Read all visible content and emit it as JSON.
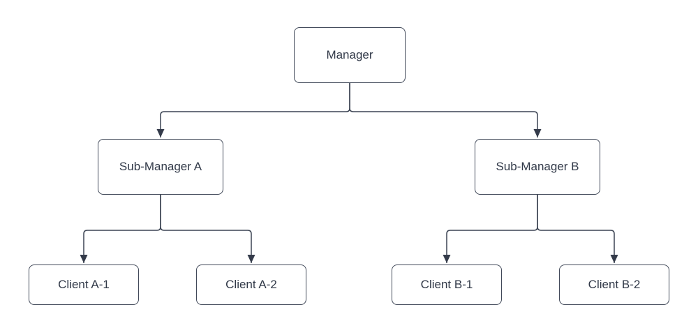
{
  "diagram": {
    "type": "org-tree",
    "background_color": "#ffffff",
    "node_fill_color": "#ffffff",
    "node_border_color": "#414959",
    "connector_color": "#3c4453",
    "text_color": "#313948",
    "nodes": {
      "manager": {
        "label": "Manager",
        "level": 1
      },
      "sub_a": {
        "label": "Sub-Manager A",
        "level": 2
      },
      "sub_b": {
        "label": "Sub-Manager B",
        "level": 2
      },
      "client_a1": {
        "label": "Client A-1",
        "level": 3
      },
      "client_a2": {
        "label": "Client A-2",
        "level": 3
      },
      "client_b1": {
        "label": "Client B-1",
        "level": 3
      },
      "client_b2": {
        "label": "Client B-2",
        "level": 3
      }
    },
    "edges": [
      {
        "from": "Manager",
        "to": "Sub-Manager A",
        "arrow": "filled-triangle"
      },
      {
        "from": "Manager",
        "to": "Sub-Manager B",
        "arrow": "filled-triangle"
      },
      {
        "from": "Sub-Manager A",
        "to": "Client A-1",
        "arrow": "filled-triangle"
      },
      {
        "from": "Sub-Manager A",
        "to": "Client A-2",
        "arrow": "filled-triangle"
      },
      {
        "from": "Sub-Manager B",
        "to": "Client B-1",
        "arrow": "filled-triangle"
      },
      {
        "from": "Sub-Manager B",
        "to": "Client B-2",
        "arrow": "filled-triangle"
      }
    ]
  }
}
